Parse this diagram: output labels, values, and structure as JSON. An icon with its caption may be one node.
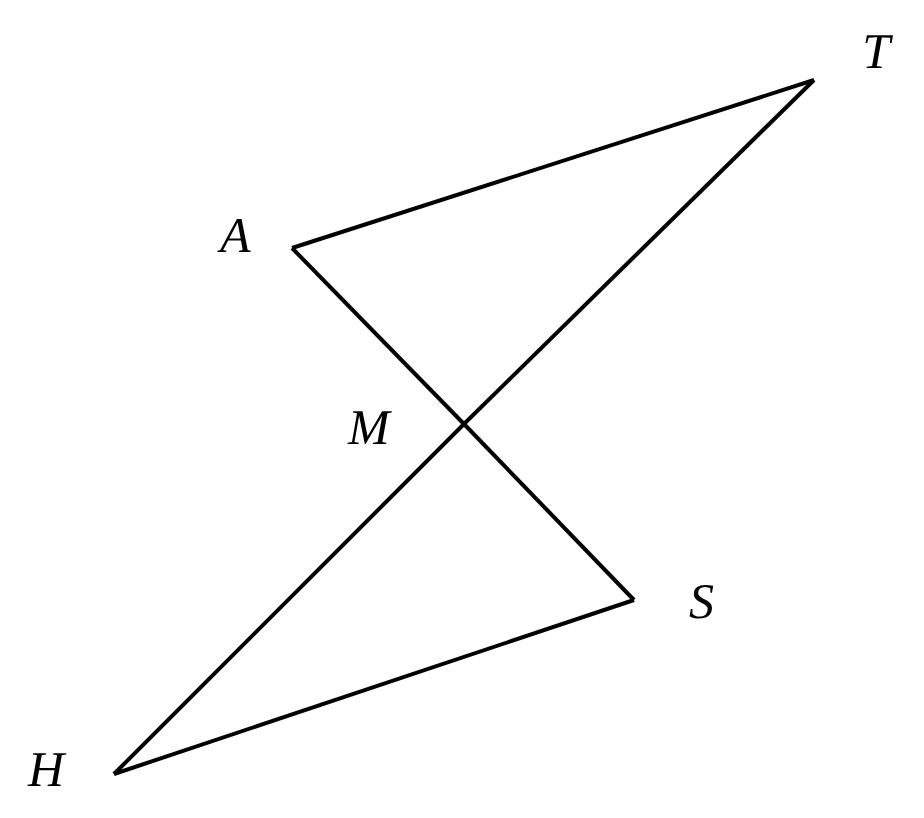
{
  "diagram": {
    "nodes": [
      {
        "text": [
          "T"
        ]
      },
      {
        "text": [
          "A"
        ]
      },
      {
        "text": [
          "M"
        ]
      },
      {
        "text": [
          "S"
        ]
      },
      {
        "text": [
          "H"
        ]
      }
    ],
    "edges": [
      {
        "from": 1,
        "to": 0,
        "arrow": "none"
      },
      {
        "from": 1,
        "to": 2,
        "arrow": "none"
      },
      {
        "from": 2,
        "to": 3,
        "arrow": "none"
      },
      {
        "from": 0,
        "to": 2,
        "arrow": "none"
      },
      {
        "from": 2,
        "to": 4,
        "arrow": "none"
      },
      {
        "from": 4,
        "to": 3,
        "arrow": "none"
      }
    ]
  }
}
